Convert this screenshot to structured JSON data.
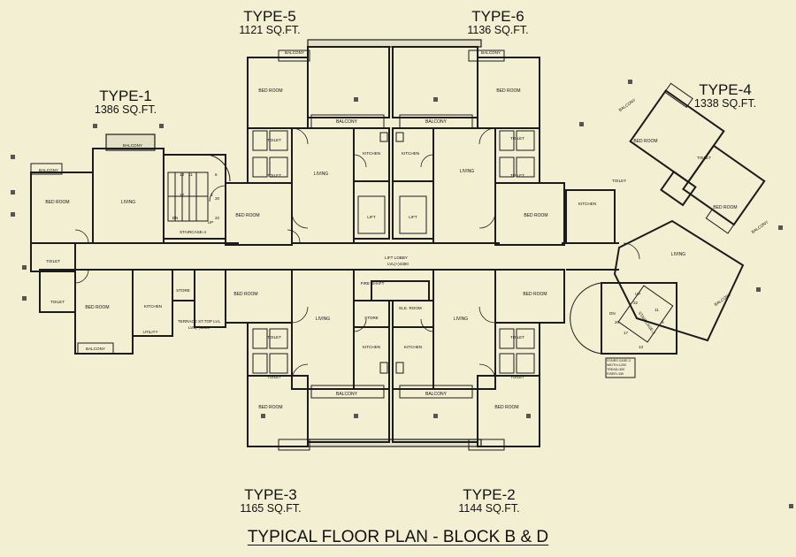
{
  "title": "TYPICAL FLOOR PLAN - BLOCK B & D",
  "units": {
    "type1": {
      "type": "TYPE-1",
      "area": "1386 SQ.FT."
    },
    "type2": {
      "type": "TYPE-2",
      "area": "1144 SQ.FT."
    },
    "type3": {
      "type": "TYPE-3",
      "area": "1165 SQ.FT."
    },
    "type4": {
      "type": "TYPE-4",
      "area": "1338 SQ.FT."
    },
    "type5": {
      "type": "TYPE-5",
      "area": "1121 SQ.FT."
    },
    "type6": {
      "type": "TYPE-6",
      "area": "1136 SQ.FT."
    }
  },
  "rooms": {
    "balcony": "BALCONY",
    "bedroom": "BED ROOM",
    "living": "LIVING",
    "toilet": "TOILET",
    "kitchen": "KITCHEN",
    "lift": "LIFT",
    "store": "STORE",
    "utility": "UTILITY",
    "staircase4": "STAIRCASE-4",
    "staircase3": "STAIRCASE-3",
    "lift_lobby": "LIFT LOBBY",
    "lift_lobby_level": "LVL(+)4350",
    "fire_shaft": "FIRE SHAFT",
    "ele_room": "ELE. ROOM",
    "terrace_top": "TERRACE ST.TOP LVL",
    "terrace_level": "LVL(+)4000",
    "stair_up": "UP",
    "stair_dn": "DN"
  },
  "stair_numbers": {
    "s4": [
      "13",
      "11",
      "6",
      "17",
      "3",
      "20",
      "22"
    ],
    "s3": [
      "22",
      "20",
      "17",
      "13",
      "11",
      "6"
    ]
  },
  "stair_note": {
    "line1": "STAIRS CASE-3",
    "line2": "WIDTH=1200",
    "line3": "TREAD=300",
    "line4": "RISER=150"
  }
}
